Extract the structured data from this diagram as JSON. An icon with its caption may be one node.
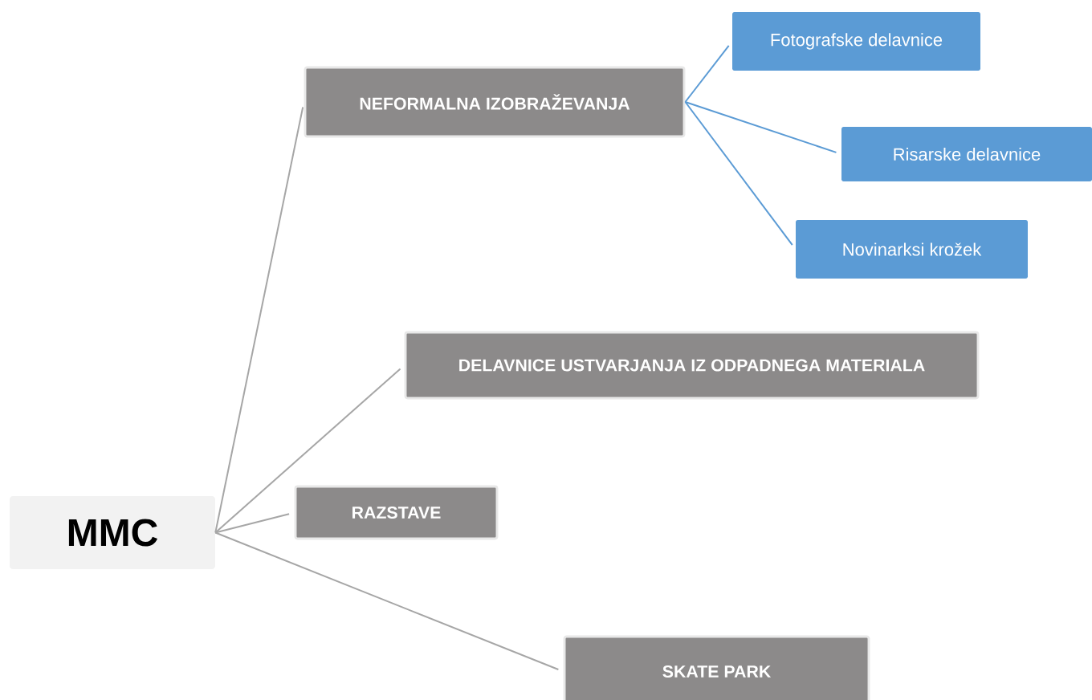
{
  "diagram": {
    "nodes": [
      {
        "text": [
          "MMC"
        ]
      },
      {
        "text": [
          "NEFORMALNA IZOBRAŽEVANJA"
        ]
      },
      {
        "text": [
          "Fotografske delavnice"
        ]
      },
      {
        "text": [
          "Risarske delavnice"
        ]
      },
      {
        "text": [
          "Novinarksi krožek"
        ]
      },
      {
        "text": [
          "DELAVNICE USTVARJANJA IZ ODPADNEGA MATERIALA"
        ]
      },
      {
        "text": [
          "RAZSTAVE"
        ]
      },
      {
        "text": [
          "SKATE PARK"
        ]
      }
    ],
    "edges": [
      {
        "from": 0,
        "to": 1,
        "arrow": "none"
      },
      {
        "from": 1,
        "to": 2,
        "arrow": "none",
        "color": "#5b9bd5"
      },
      {
        "from": 1,
        "to": 3,
        "arrow": "none",
        "color": "#5b9bd5"
      },
      {
        "from": 1,
        "to": 4,
        "arrow": "none",
        "color": "#5b9bd5"
      },
      {
        "from": 0,
        "to": 5,
        "arrow": "none"
      },
      {
        "from": 0,
        "to": 6,
        "arrow": "none"
      },
      {
        "from": 0,
        "to": 7,
        "arrow": "none"
      }
    ]
  }
}
